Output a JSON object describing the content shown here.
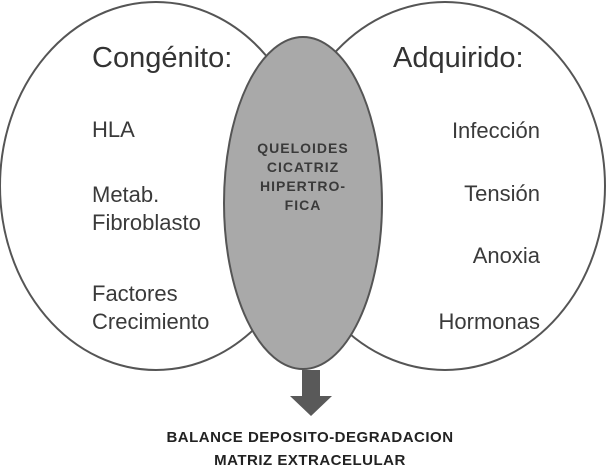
{
  "left_set": {
    "heading": "Congénito:",
    "items": [
      "HLA",
      "Metab.\nFibroblasto",
      "Factores\nCrecimiento"
    ]
  },
  "right_set": {
    "heading": "Adquirido:",
    "items": [
      "Infección",
      "Tensión",
      "Anoxia",
      "Hormonas"
    ]
  },
  "intersection": {
    "text": "QUELOIDES\nCICATRIZ\nHIPERTRO-\nFICA"
  },
  "footer": {
    "line1": "BALANCE DEPOSITO-DEGRADACION",
    "line2": "MATRIZ EXTRACELULAR"
  },
  "colors": {
    "intersection_fill": "#a9a9a9",
    "outline": "#555555",
    "arrow": "#595959",
    "text": "#3a3a3a"
  }
}
